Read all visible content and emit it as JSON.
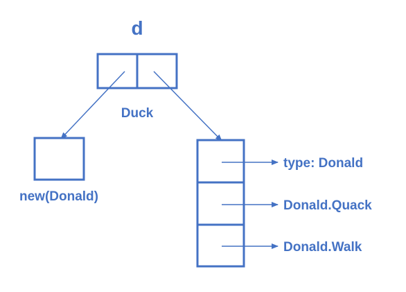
{
  "diagram": {
    "variable_name": "d",
    "interface_label": "Duck",
    "value_box_label": "new(Donald)",
    "fields": [
      "type: Donald",
      "Donald.Quack",
      "Donald.Walk"
    ],
    "color": "#4472C4"
  }
}
